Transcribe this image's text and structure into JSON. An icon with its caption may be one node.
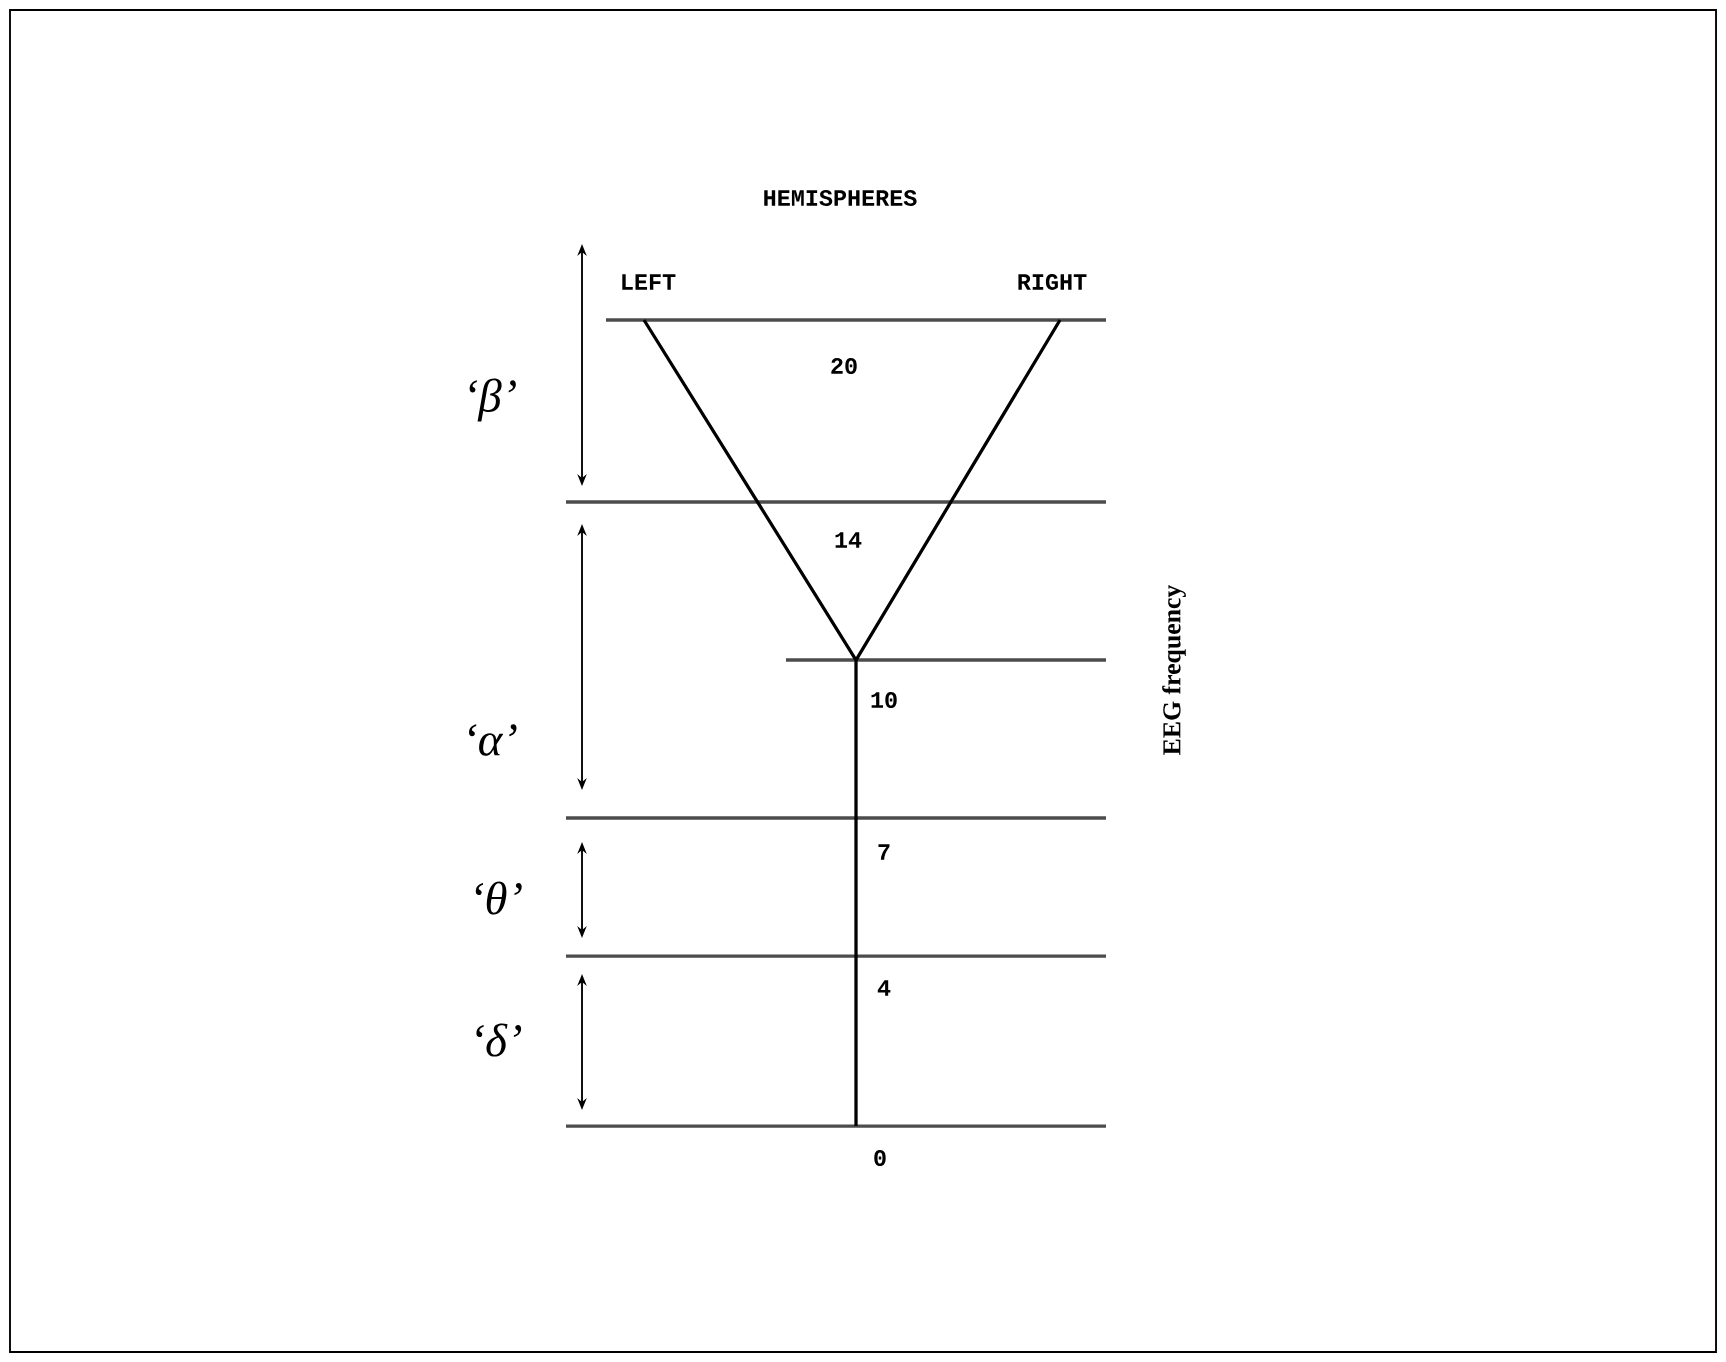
{
  "diagram": {
    "title": "HEMISPHERES",
    "labels": [
      "LEFT",
      "RIGHT",
      "‘β’",
      "20",
      "14",
      "‘α’",
      "10",
      "EEG frequency",
      "7",
      "‘θ’",
      "4",
      "‘δ’",
      "0"
    ]
  }
}
